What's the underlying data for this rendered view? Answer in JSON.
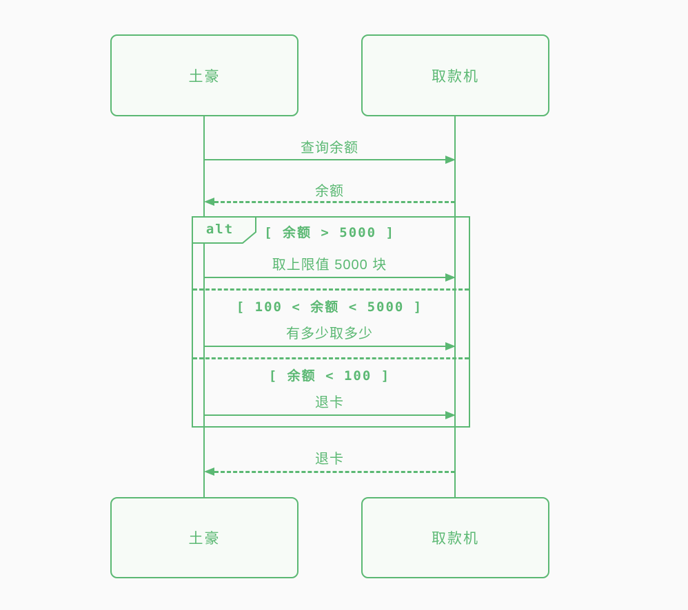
{
  "diagram": {
    "type": "sequence-diagram",
    "colors": {
      "accent": "#5BB873",
      "background": "#FAFAFA",
      "box_fill": "#F7FBF7"
    },
    "actors": [
      {
        "name": "土豪"
      },
      {
        "name": "取款机"
      }
    ],
    "messages": [
      {
        "label": "查询余额",
        "from": "土豪",
        "to": "取款机",
        "line": "solid"
      },
      {
        "label": "余额",
        "from": "取款机",
        "to": "土豪",
        "line": "dashed"
      },
      {
        "label": "取上限值 5000 块",
        "from": "土豪",
        "to": "取款机",
        "line": "solid"
      },
      {
        "label": "有多少取多少",
        "from": "土豪",
        "to": "取款机",
        "line": "solid"
      },
      {
        "label": "退卡",
        "from": "土豪",
        "to": "取款机",
        "line": "solid"
      },
      {
        "label": "退卡",
        "from": "取款机",
        "to": "土豪",
        "line": "dashed"
      }
    ],
    "alt": {
      "label": "alt",
      "branches": [
        {
          "condition": "[ 余额 > 5000 ]"
        },
        {
          "condition": "[ 100 < 余额 < 5000 ]"
        },
        {
          "condition": "[ 余额 < 100 ]"
        }
      ]
    }
  }
}
